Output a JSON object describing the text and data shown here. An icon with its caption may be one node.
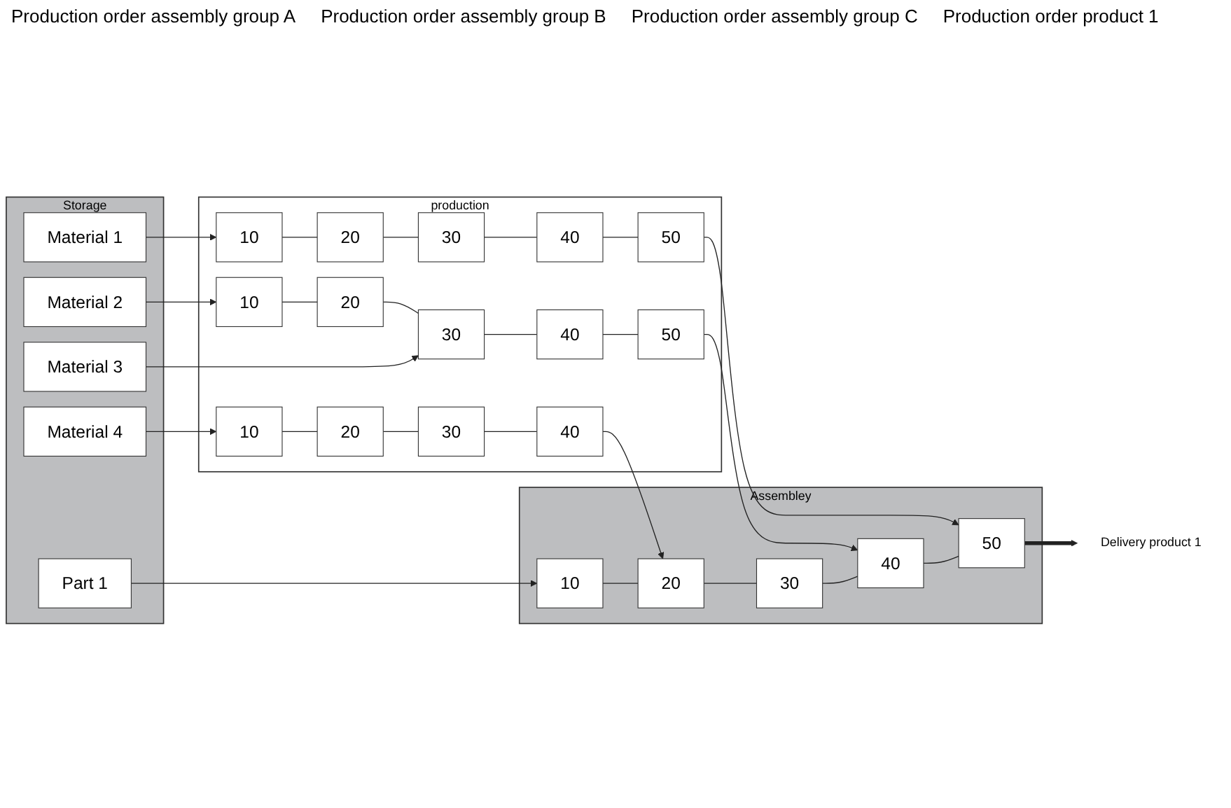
{
  "diagram": {
    "nodes": [
      {
        "text": [
          "Storage"
        ]
      },
      {
        "text": [
          "Material 1"
        ],
        "in": 0
      },
      {
        "text": [
          "Material 2"
        ],
        "in": 0
      },
      {
        "text": [
          "Material 3"
        ],
        "in": 0
      },
      {
        "text": [
          "Material 4"
        ],
        "in": 0
      },
      {
        "text": [
          "Part 1"
        ],
        "in": 0
      },
      {
        "text": [
          "production"
        ]
      },
      {
        "text": [
          "10"
        ],
        "in": 6
      },
      {
        "text": [
          "20"
        ],
        "in": 6
      },
      {
        "text": [
          "30"
        ],
        "in": 6
      },
      {
        "text": [
          "40"
        ],
        "in": 6
      },
      {
        "text": [
          "50"
        ],
        "in": 6
      },
      {
        "text": [
          "10"
        ],
        "in": 6
      },
      {
        "text": [
          "20"
        ],
        "in": 6
      },
      {
        "text": [
          "30"
        ],
        "in": 6
      },
      {
        "text": [
          "40"
        ],
        "in": 6
      },
      {
        "text": [
          "50"
        ],
        "in": 6
      },
      {
        "text": [
          "10"
        ],
        "in": 6
      },
      {
        "text": [
          "20"
        ],
        "in": 6
      },
      {
        "text": [
          "30"
        ],
        "in": 6
      },
      {
        "text": [
          "40"
        ],
        "in": 6
      },
      {
        "text": [
          "Assembley"
        ]
      },
      {
        "text": [
          "10"
        ],
        "in": 21
      },
      {
        "text": [
          "20"
        ],
        "in": 21
      },
      {
        "text": [
          "30"
        ],
        "in": 21
      },
      {
        "text": [
          "40"
        ],
        "in": 21
      },
      {
        "text": [
          "50"
        ],
        "in": 21
      },
      {
        "text": [
          "Delivery product 1"
        ]
      }
    ],
    "edges": [
      {
        "from": 1,
        "to": 7,
        "arrow": "to"
      },
      {
        "from": 7,
        "to": 8,
        "arrow": "none"
      },
      {
        "from": 8,
        "to": 9,
        "arrow": "none"
      },
      {
        "from": 9,
        "to": 10,
        "arrow": "none"
      },
      {
        "from": 10,
        "to": 11,
        "arrow": "none"
      },
      {
        "from": 2,
        "to": 12,
        "arrow": "to"
      },
      {
        "from": 12,
        "to": 13,
        "arrow": "none"
      },
      {
        "from": 13,
        "to": 14,
        "arrow": "none"
      },
      {
        "from": 14,
        "to": 15,
        "arrow": "none"
      },
      {
        "from": 15,
        "to": 16,
        "arrow": "none"
      },
      {
        "from": 3,
        "to": 14,
        "arrow": "to"
      },
      {
        "from": 4,
        "to": 17,
        "arrow": "to"
      },
      {
        "from": 17,
        "to": 18,
        "arrow": "none"
      },
      {
        "from": 18,
        "to": 19,
        "arrow": "none"
      },
      {
        "from": 19,
        "to": 20,
        "arrow": "none"
      },
      {
        "from": 5,
        "to": 22,
        "arrow": "to"
      },
      {
        "from": 20,
        "to": 23,
        "arrow": "to"
      },
      {
        "from": 16,
        "to": 25,
        "arrow": "to"
      },
      {
        "from": 11,
        "to": 26,
        "arrow": "to"
      },
      {
        "from": 22,
        "to": 23,
        "arrow": "none"
      },
      {
        "from": 23,
        "to": 24,
        "arrow": "none"
      },
      {
        "from": 24,
        "to": 25,
        "arrow": "none"
      },
      {
        "from": 25,
        "to": 26,
        "arrow": "none"
      },
      {
        "from": 26,
        "to": 27,
        "arrow": "to",
        "style": "thick"
      }
    ],
    "labels": [
      "Production order assembly group A",
      "Production order assembly group B",
      "Production order assembly group C",
      "Production order product 1"
    ]
  }
}
